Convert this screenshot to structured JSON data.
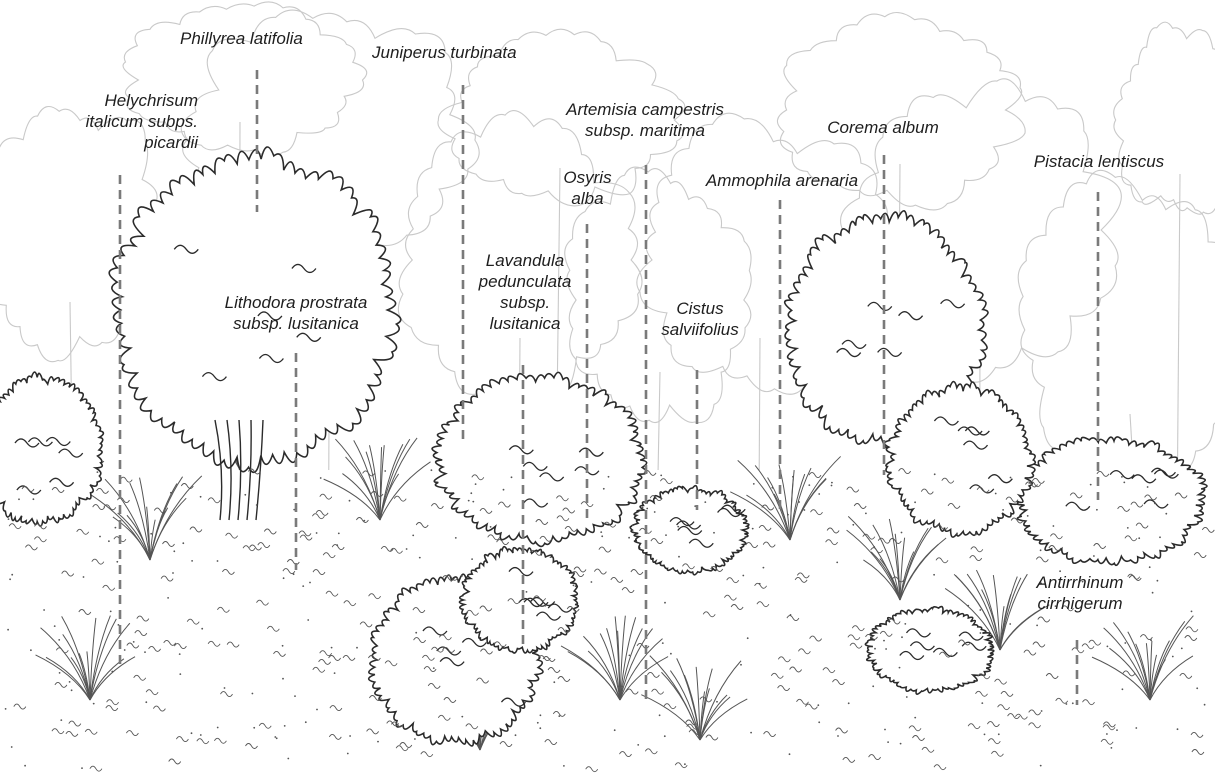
{
  "figure": {
    "labels": [
      {
        "id": "helychrisum",
        "lines": [
          "Helychrisum",
          "italicum subps.",
          "picardii"
        ]
      },
      {
        "id": "phillyrea",
        "lines": [
          "Phillyrea latifolia"
        ]
      },
      {
        "id": "juniperus",
        "lines": [
          "Juniperus turbinata"
        ]
      },
      {
        "id": "artemisia",
        "lines": [
          "Artemisia campestris",
          "subsp.  maritima"
        ]
      },
      {
        "id": "corema",
        "lines": [
          "Corema album"
        ]
      },
      {
        "id": "pistacia",
        "lines": [
          "Pistacia lentiscus"
        ]
      },
      {
        "id": "osyris",
        "lines": [
          "Osyris",
          "alba"
        ]
      },
      {
        "id": "ammophila",
        "lines": [
          "Ammophila arenaria"
        ]
      },
      {
        "id": "lavandula",
        "lines": [
          "Lavandula",
          "pedunculata",
          "subsp.",
          "lusitanica"
        ]
      },
      {
        "id": "lithodora",
        "lines": [
          "Lithodora prostrata",
          "subsp. lusitanica"
        ]
      },
      {
        "id": "cistus",
        "lines": [
          "Cistus",
          "salviifolius"
        ]
      },
      {
        "id": "antirrhinum",
        "lines": [
          "Antirrhinum",
          "cirrhigerum"
        ]
      }
    ],
    "colors": {
      "ink": "#1e1e1e",
      "leader": "#7a7a7a",
      "background_trees": "#c9c9c9",
      "foreground_outline": "#2b2b2b",
      "texture": "#555555"
    }
  }
}
